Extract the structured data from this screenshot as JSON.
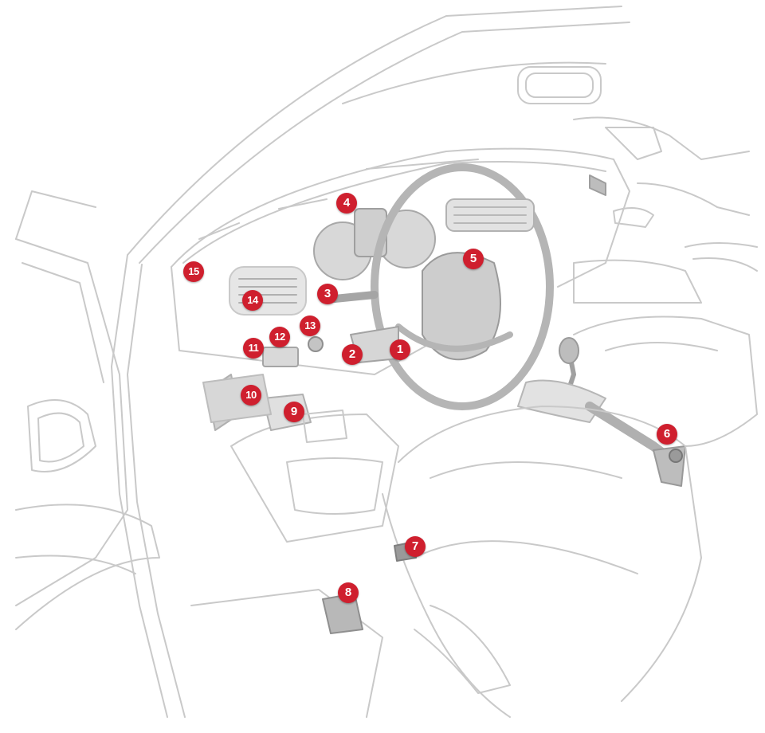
{
  "colors": {
    "callout_fill": "#cf1f2e",
    "callout_text": "#ffffff",
    "line": "#c9c9c9",
    "part_fill": "#dcdcdc",
    "part_dark": "#9a9a9a"
  },
  "callouts": [
    "1",
    "2",
    "3",
    "4",
    "5",
    "6",
    "7",
    "8",
    "9",
    "10",
    "11",
    "12",
    "13",
    "14",
    "15"
  ]
}
